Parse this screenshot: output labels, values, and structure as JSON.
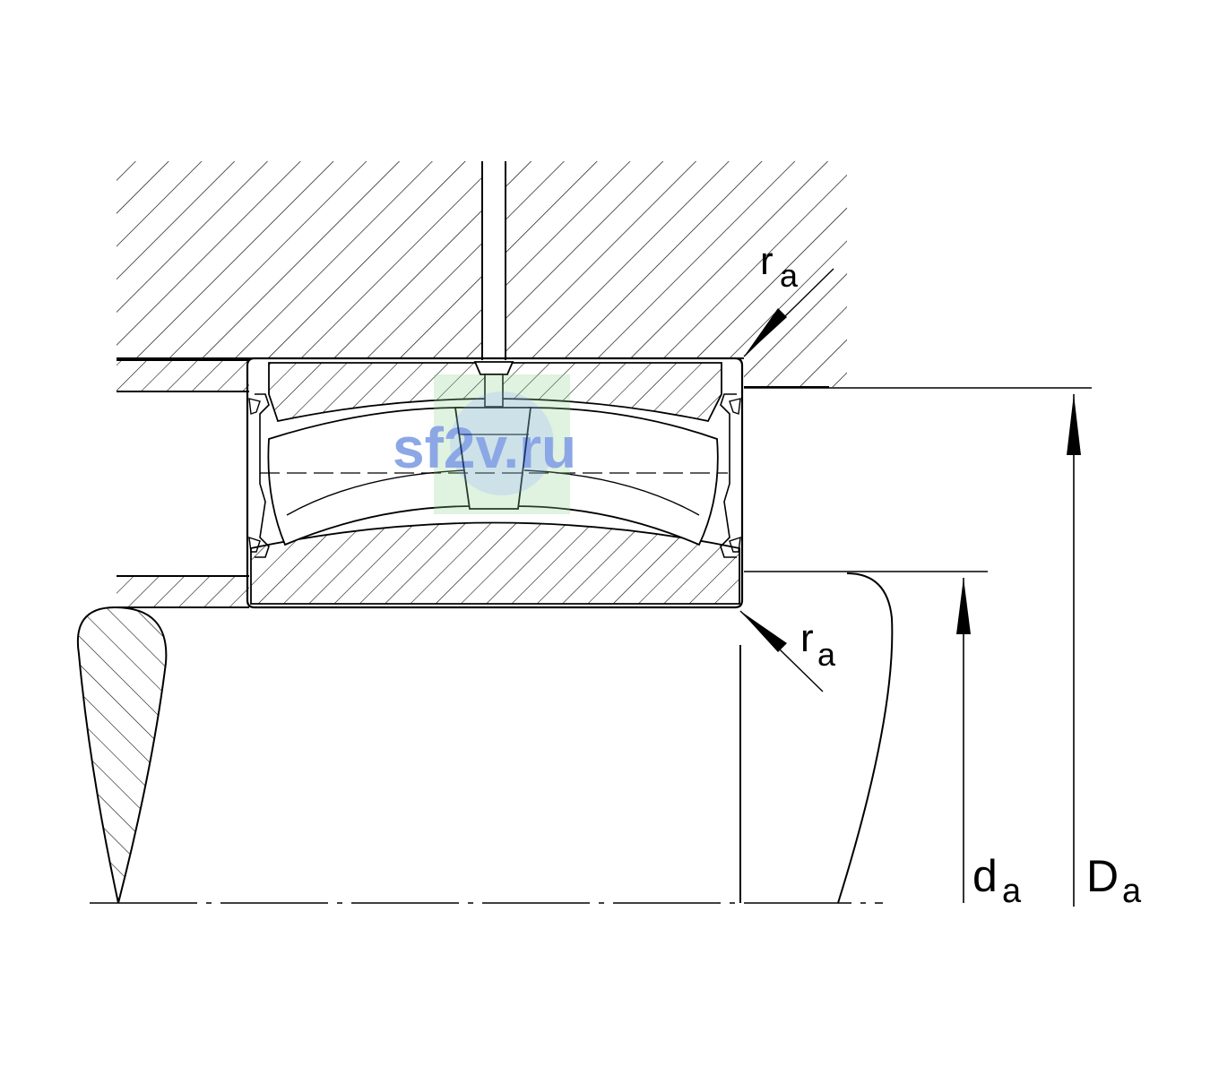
{
  "labels": {
    "ra_top": {
      "main": "r",
      "sub": "a"
    },
    "ra_bottom": {
      "main": "r",
      "sub": "a"
    },
    "da": {
      "main": "d",
      "sub": "a"
    },
    "Da": {
      "main": "D",
      "sub": "a"
    }
  },
  "watermark": {
    "text": "sf2v.ru",
    "color": "#3060d0"
  }
}
